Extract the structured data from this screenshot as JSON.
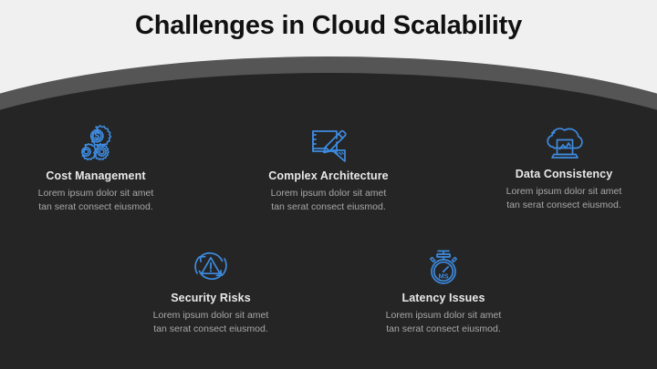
{
  "slide": {
    "title": "Challenges in Cloud Scalability",
    "background_color": "#f0f0f0",
    "panel_color": "#252525",
    "panel_band_color": "#555555",
    "accent_color": "#3d8be0",
    "title_color": "#111111",
    "item_title_color": "#e9e9e9",
    "item_desc_color": "#a8a8a8"
  },
  "items": [
    {
      "icon": "cost-gears-dollar-icon",
      "title": "Cost Management",
      "description": "Lorem ipsum dolor sit amet\ntan serat consect eiusmod."
    },
    {
      "icon": "blueprint-pencil-ruler-icon",
      "title": "Complex Architecture",
      "description": "Lorem ipsum dolor sit amet\ntan serat consect eiusmod."
    },
    {
      "icon": "cloud-laptop-chart-icon",
      "title": "Data Consistency",
      "description": "Lorem ipsum dolor sit amet\ntan serat consect eiusmod."
    },
    {
      "icon": "warning-triangle-refresh-icon",
      "title": "Security Risks",
      "description": "Lorem ipsum dolor sit amet\ntan serat consect eiusmod."
    },
    {
      "icon": "stopwatch-ms-icon",
      "title": "Latency Issues",
      "description": "Lorem ipsum dolor sit amet\ntan serat consect eiusmod."
    }
  ]
}
